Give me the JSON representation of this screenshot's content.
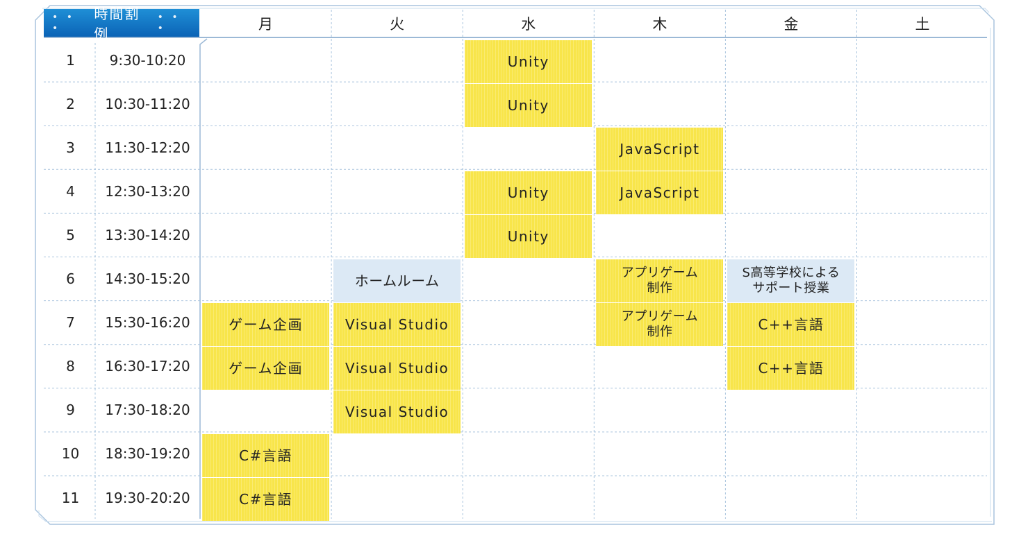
{
  "title": "時間割例",
  "title_dots": "• • •",
  "days": [
    "月",
    "火",
    "水",
    "木",
    "金",
    "土"
  ],
  "periods": [
    {
      "num": "1",
      "time": "9:30-10:20"
    },
    {
      "num": "2",
      "time": "10:30-11:20"
    },
    {
      "num": "3",
      "time": "11:30-12:20"
    },
    {
      "num": "4",
      "time": "12:30-13:20"
    },
    {
      "num": "5",
      "time": "13:30-14:20"
    },
    {
      "num": "6",
      "time": "14:30-15:20"
    },
    {
      "num": "7",
      "time": "15:30-16:20"
    },
    {
      "num": "8",
      "time": "16:30-17:20"
    },
    {
      "num": "9",
      "time": "17:30-18:20"
    },
    {
      "num": "10",
      "time": "18:30-19:20"
    },
    {
      "num": "11",
      "time": "19:30-20:20"
    }
  ],
  "classes": [
    {
      "day": 2,
      "period": 1,
      "label": "Unity",
      "style": "yellow"
    },
    {
      "day": 2,
      "period": 2,
      "label": "Unity",
      "style": "yellow"
    },
    {
      "day": 3,
      "period": 3,
      "label": "JavaScript",
      "style": "yellow"
    },
    {
      "day": 2,
      "period": 4,
      "label": "Unity",
      "style": "yellow"
    },
    {
      "day": 3,
      "period": 4,
      "label": "JavaScript",
      "style": "yellow"
    },
    {
      "day": 2,
      "period": 5,
      "label": "Unity",
      "style": "yellow"
    },
    {
      "day": 1,
      "period": 6,
      "label": "ホームルーム",
      "style": "blue"
    },
    {
      "day": 3,
      "period": 6,
      "label": "アプリゲーム\n制作",
      "style": "yellow"
    },
    {
      "day": 4,
      "period": 6,
      "label": "S高等学校による\nサポート授業",
      "style": "blue"
    },
    {
      "day": 0,
      "period": 7,
      "label": "ゲーム企画",
      "style": "yellow"
    },
    {
      "day": 1,
      "period": 7,
      "label": "Visual Studio",
      "style": "yellow"
    },
    {
      "day": 3,
      "period": 7,
      "label": "アプリゲーム\n制作",
      "style": "yellow"
    },
    {
      "day": 4,
      "period": 7,
      "label": "C++言語",
      "style": "yellow"
    },
    {
      "day": 0,
      "period": 8,
      "label": "ゲーム企画",
      "style": "yellow"
    },
    {
      "day": 1,
      "period": 8,
      "label": "Visual Studio",
      "style": "yellow"
    },
    {
      "day": 4,
      "period": 8,
      "label": "C++言語",
      "style": "yellow"
    },
    {
      "day": 1,
      "period": 9,
      "label": "Visual Studio",
      "style": "yellow"
    },
    {
      "day": 0,
      "period": 10,
      "label": "C#言語",
      "style": "yellow"
    },
    {
      "day": 0,
      "period": 11,
      "label": "C#言語",
      "style": "yellow"
    }
  ],
  "colors": {
    "class_yellow": "#f8e54a",
    "class_blue": "#dce9f5",
    "header_blue": "#0b63b6",
    "frame": "#a9c4de",
    "grid_line": "#a9c4de"
  }
}
